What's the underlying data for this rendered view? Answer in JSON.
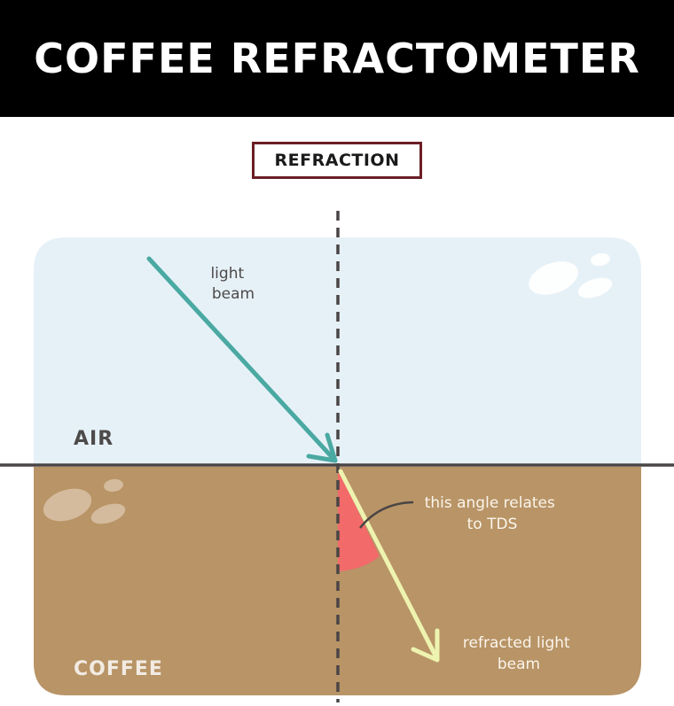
{
  "header": {
    "title": "COFFEE REFRACTOMETER"
  },
  "section": {
    "label": "REFRACTION"
  },
  "diagram": {
    "air_label": "AIR",
    "coffee_label": "COFFEE",
    "incident_label": [
      "light",
      "beam"
    ],
    "angle_label": [
      "this angle relates",
      "to TDS"
    ],
    "refracted_label": [
      "refracted light",
      "beam"
    ]
  },
  "colors": {
    "air": "#e6f1f7",
    "coffee": "#b89466",
    "incident_beam": "#4aa9a2",
    "refracted_beam": "#eef4b0",
    "angle_wedge": "#f26a6a",
    "lines": "#4a4545",
    "frame": "#6b1e26"
  }
}
